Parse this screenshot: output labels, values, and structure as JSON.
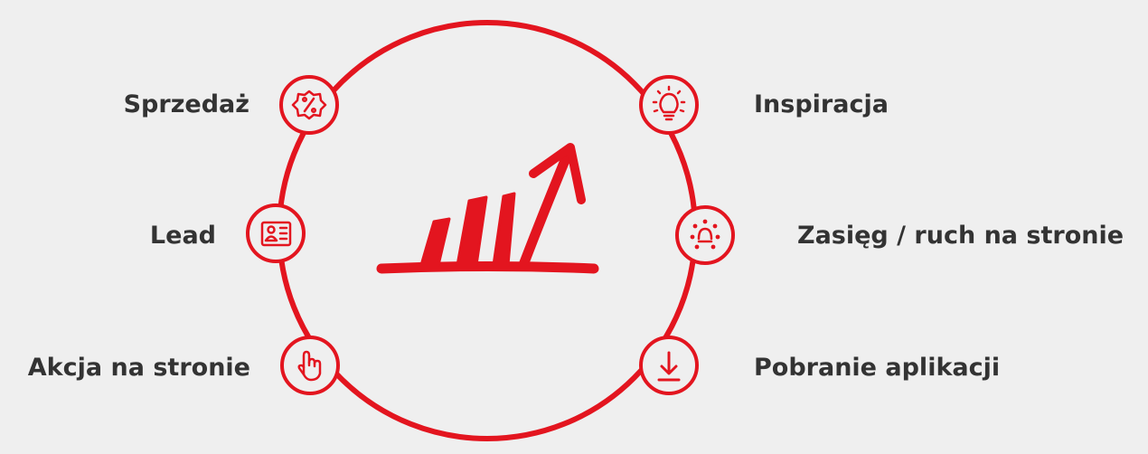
{
  "colors": {
    "background": "#efefef",
    "accent": "#e3151f",
    "text": "#333333"
  },
  "center_icon": "growth-chart-arrow-icon",
  "items": [
    {
      "label": "Sprzedaż",
      "icon": "percent-badge-icon",
      "side": "left"
    },
    {
      "label": "Lead",
      "icon": "contact-card-icon",
      "side": "left"
    },
    {
      "label": "Akcja na stronie",
      "icon": "pointer-hand-icon",
      "side": "left"
    },
    {
      "label": "Inspiracja",
      "icon": "lightbulb-icon",
      "side": "right"
    },
    {
      "label": "Zasięg / ruch na stronie",
      "icon": "dots-reach-icon",
      "side": "right"
    },
    {
      "label": "Pobranie aplikacji",
      "icon": "download-icon",
      "side": "right"
    }
  ]
}
